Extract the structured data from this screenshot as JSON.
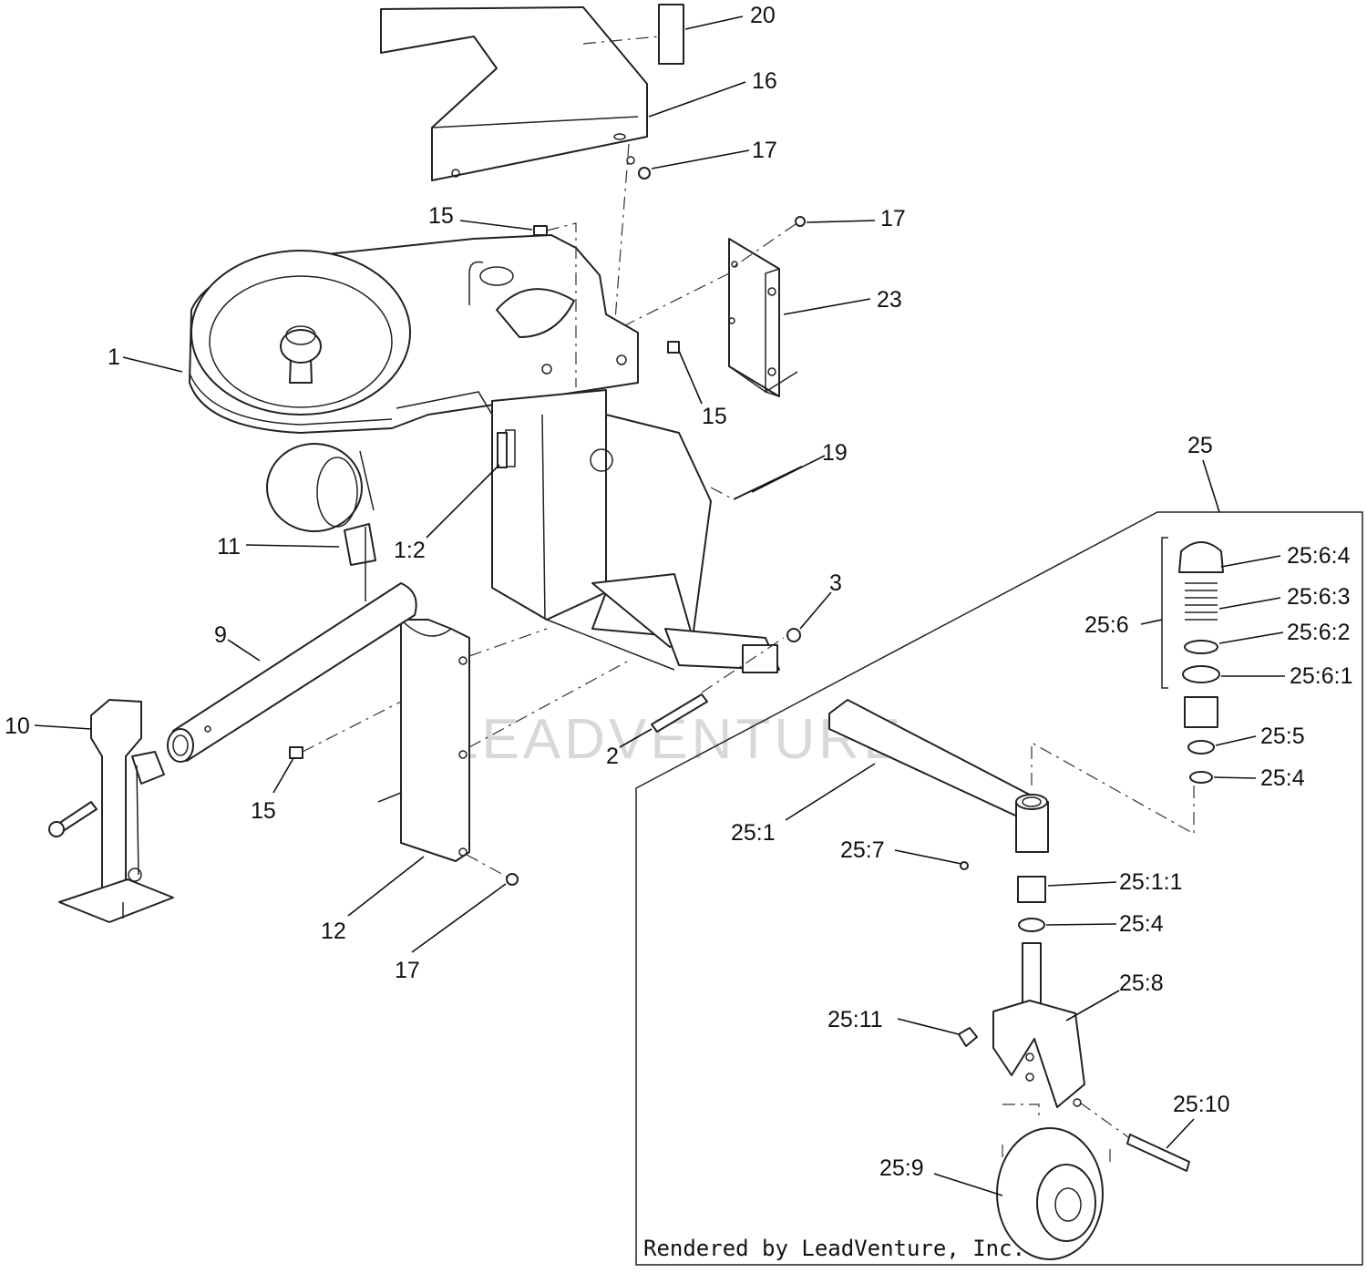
{
  "watermark": "LEADVENTURE",
  "footer": "Rendered by LeadVenture, Inc.",
  "callouts": [
    {
      "id": "c-20",
      "text": "20"
    },
    {
      "id": "c-16",
      "text": "16"
    },
    {
      "id": "c-17a",
      "text": "17"
    },
    {
      "id": "c-15a",
      "text": "15"
    },
    {
      "id": "c-17b",
      "text": "17"
    },
    {
      "id": "c-23",
      "text": "23"
    },
    {
      "id": "c-1",
      "text": "1"
    },
    {
      "id": "c-15b",
      "text": "15"
    },
    {
      "id": "c-19",
      "text": "19"
    },
    {
      "id": "c-25",
      "text": "25"
    },
    {
      "id": "c-11",
      "text": "11"
    },
    {
      "id": "c-1-2",
      "text": "1:2"
    },
    {
      "id": "c-3",
      "text": "3"
    },
    {
      "id": "c-9",
      "text": "9"
    },
    {
      "id": "c-10",
      "text": "10"
    },
    {
      "id": "c-2",
      "text": "2"
    },
    {
      "id": "c-15c",
      "text": "15"
    },
    {
      "id": "c-12",
      "text": "12"
    },
    {
      "id": "c-17c",
      "text": "17"
    },
    {
      "id": "c-25-6-4",
      "text": "25:6:4"
    },
    {
      "id": "c-25-6-3",
      "text": "25:6:3"
    },
    {
      "id": "c-25-6",
      "text": "25:6"
    },
    {
      "id": "c-25-6-2",
      "text": "25:6:2"
    },
    {
      "id": "c-25-6-1",
      "text": "25:6:1"
    },
    {
      "id": "c-25-5",
      "text": "25:5"
    },
    {
      "id": "c-25-4a",
      "text": "25:4"
    },
    {
      "id": "c-25-1",
      "text": "25:1"
    },
    {
      "id": "c-25-7",
      "text": "25:7"
    },
    {
      "id": "c-25-1-1",
      "text": "25:1:1"
    },
    {
      "id": "c-25-4b",
      "text": "25:4"
    },
    {
      "id": "c-25-8",
      "text": "25:8"
    },
    {
      "id": "c-25-11",
      "text": "25:11"
    },
    {
      "id": "c-25-10",
      "text": "25:10"
    },
    {
      "id": "c-25-9",
      "text": "25:9"
    }
  ]
}
